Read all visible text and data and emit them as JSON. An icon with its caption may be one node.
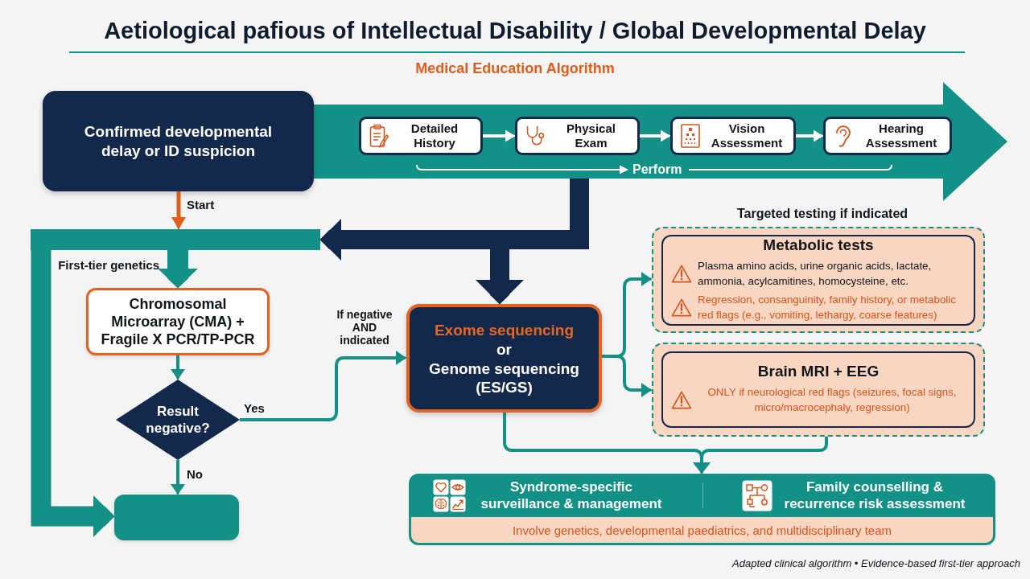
{
  "diagram": {
    "title": "Aetiological pafious of Intellectual Disability / Global Developmental Delay",
    "caption": "Adapted clinical algorithm • Evidence-based first-tier approach",
    "nodes": [
      {
        "text": [
          "Confirmed developmental delay or ID suspicion"
        ]
      },
      {
        "text": [],
        "shape": "arrow"
      },
      {
        "text": [
          "Detailed History"
        ],
        "in": 1
      },
      {
        "text": [
          "Physical Exam"
        ],
        "in": 1
      },
      {
        "text": [
          "Vision Assessment"
        ],
        "in": 1
      },
      {
        "text": [
          "Hearing Assessment"
        ],
        "in": 1
      },
      {
        "text": [],
        "shape": "bar"
      },
      {
        "text": [
          "Chromosomal Microarray (CMA) + Fragile X PCR/TP-PCR"
        ]
      },
      {
        "text": [
          "Result negative?"
        ]
      },
      {
        "text": [],
        "shape": "box"
      },
      {
        "text": [
          "Exome sequencing",
          "or",
          "Genome sequencing (ES/GS)"
        ]
      },
      {
        "text": [],
        "shape": "box"
      },
      {
        "text": [
          "Metabolic tests",
          "Plasma amino acids, urine organic acids, lactate, ammonia, acylcamitines, homocysteine, etc.",
          "Regression, consanguinity, family history, or metabolic red flags (e.g., vomiting, lethargy, coarse features)"
        ],
        "in": 11
      },
      {
        "text": [],
        "shape": "box"
      },
      {
        "text": [
          "Brain MRI + EEG",
          "ONLY if neurological red flags (seizures, focal signs, micro/macrocephaly, regression)"
        ],
        "in": 13
      },
      {
        "text": [
          "Syndrome-specific surveillance & management",
          "Family counselling & recurrence risk assessment",
          "Involve genetics, developmental paediatrics, and multidisciplinary team"
        ]
      }
    ],
    "edges": [
      {
        "from": 0,
        "to": 6,
        "arrow": "to",
        "label": "Start",
        "color": "#e35d1a"
      },
      {
        "from": 2,
        "to": 3,
        "arrow": "to",
        "color": "#ffffff"
      },
      {
        "from": 3,
        "to": 4,
        "arrow": "to",
        "color": "#ffffff"
      },
      {
        "from": 4,
        "to": 5,
        "arrow": "to",
        "color": "#ffffff"
      },
      {
        "from": 1,
        "to": 10,
        "arrow": "to",
        "style": "thick",
        "color": "#13294b"
      },
      {
        "from": 1,
        "to": 6,
        "arrow": "to",
        "style": "thick",
        "color": "#13294b"
      },
      {
        "from": 6,
        "to": 7,
        "arrow": "to",
        "label": "First-tier genetics",
        "style": "thick"
      },
      {
        "from": 6,
        "to": 9,
        "arrow": "to",
        "style": "thick"
      },
      {
        "from": 7,
        "to": 8,
        "arrow": "to"
      },
      {
        "from": 8,
        "to": 10,
        "arrow": "to",
        "label": "Yes"
      },
      {
        "from": 8,
        "to": 9,
        "arrow": "to",
        "label": "No"
      },
      {
        "from": 10,
        "to": 11,
        "arrow": "to"
      },
      {
        "from": 10,
        "to": 13,
        "arrow": "to"
      },
      {
        "from": 10,
        "to": 15,
        "arrow": "to"
      },
      {
        "from": 13,
        "to": 15,
        "arrow": "to"
      }
    ],
    "labels": [
      "Medical Education Algorithm",
      "Perform",
      "Targeted testing if indicated",
      "If negative AND indicated"
    ]
  }
}
